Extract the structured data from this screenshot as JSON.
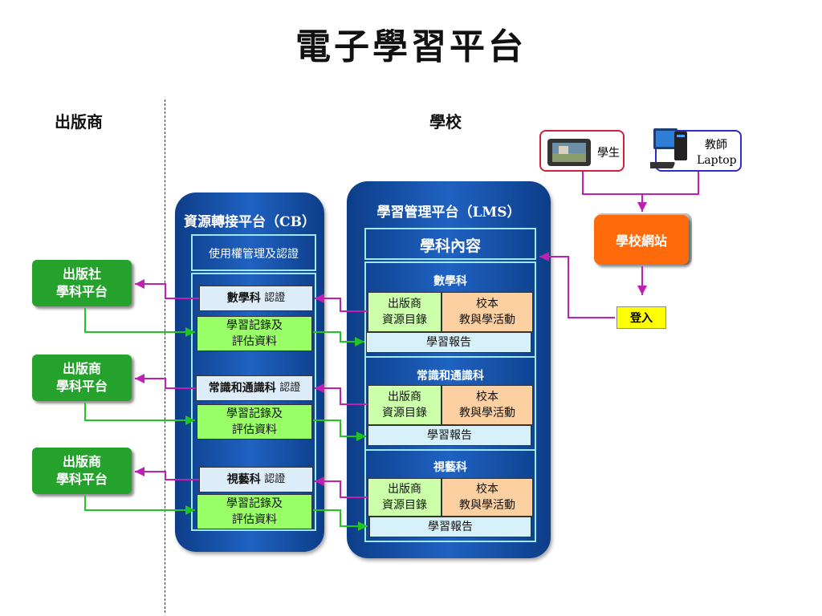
{
  "title": "電子學習平台",
  "headings": {
    "publisher": "出版商",
    "school": "學校"
  },
  "cb": {
    "title": "資源轉接平台（CB）",
    "auth_mgmt": "使用權管理及認證",
    "subjects": [
      {
        "name": "數學科",
        "auth": "認證",
        "record_line1": "學習記錄及",
        "record_line2": "評估資料"
      },
      {
        "name": "常識和通識科",
        "auth": "認證",
        "record_line1": "學習記錄及",
        "record_line2": "評估資料"
      },
      {
        "name": "視藝科",
        "auth": "認證",
        "record_line1": "學習記錄及",
        "record_line2": "評估資料"
      }
    ]
  },
  "lms": {
    "title": "學習管理平台（LMS）",
    "content_title": "學科內容",
    "subjects": [
      {
        "name": "數學科",
        "pub_line1": "出版商",
        "pub_line2": "資源目錄",
        "school_line1": "校本",
        "school_line2": "教與學活動",
        "report": "學習報告"
      },
      {
        "name": "常識和通識科",
        "pub_line1": "出版商",
        "pub_line2": "資源目錄",
        "school_line1": "校本",
        "school_line2": "教與學活動",
        "report": "學習報告"
      },
      {
        "name": "視藝科",
        "pub_line1": "出版商",
        "pub_line2": "資源目錄",
        "school_line1": "校本",
        "school_line2": "教與學活動",
        "report": "學習報告"
      }
    ]
  },
  "publishers": [
    {
      "line1": "出版社",
      "line2": "學科平台"
    },
    {
      "line1": "出版商",
      "line2": "學科平台"
    },
    {
      "line1": "出版商",
      "line2": "學科平台"
    }
  ],
  "users": {
    "student": "學生",
    "teacher_line1": "教師",
    "teacher_line2": "Laptop"
  },
  "school_site": "學校網站",
  "login": "登入",
  "colors": {
    "panel_blue": "#1f62c2",
    "publisher_green": "#24a22c",
    "school_orange": "#ff6a0a",
    "login_yellow": "#ffff00",
    "arrow_magenta": "#c01fb0",
    "arrow_green": "#22c422"
  }
}
